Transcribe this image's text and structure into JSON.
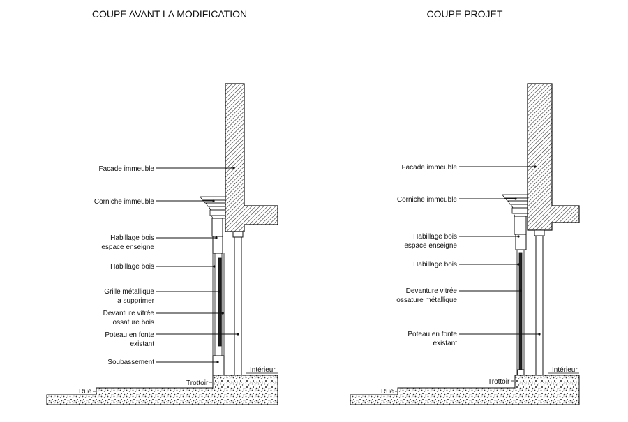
{
  "left": {
    "title": "COUPE AVANT LA MODIFICATION",
    "labels": [
      [
        "Facade immeuble"
      ],
      [
        "Corniche immeuble"
      ],
      [
        "Habillage bois",
        "espace enseigne"
      ],
      [
        "Habillage bois"
      ],
      [
        "Grille métallique",
        "a supprimer"
      ],
      [
        "Devanture vitrée",
        "ossature bois"
      ],
      [
        "Poteau en fonte",
        "existant"
      ],
      [
        "Soubassement"
      ]
    ],
    "rue": "Rue",
    "trottoir": "Trottoir",
    "interieur": "Intérieur"
  },
  "right": {
    "title": "COUPE PROJET",
    "labels": [
      [
        "Facade immeuble"
      ],
      [
        "Corniche immeuble"
      ],
      [
        "Habillage bois",
        "espace enseigne"
      ],
      [
        "Habillage bois"
      ],
      [
        "Devanture vitrée",
        "ossature métallique"
      ],
      [
        "Poteau en fonte",
        "existant"
      ]
    ],
    "rue": "Rue",
    "trottoir": "Trottoir",
    "interieur": "Intérieur"
  }
}
